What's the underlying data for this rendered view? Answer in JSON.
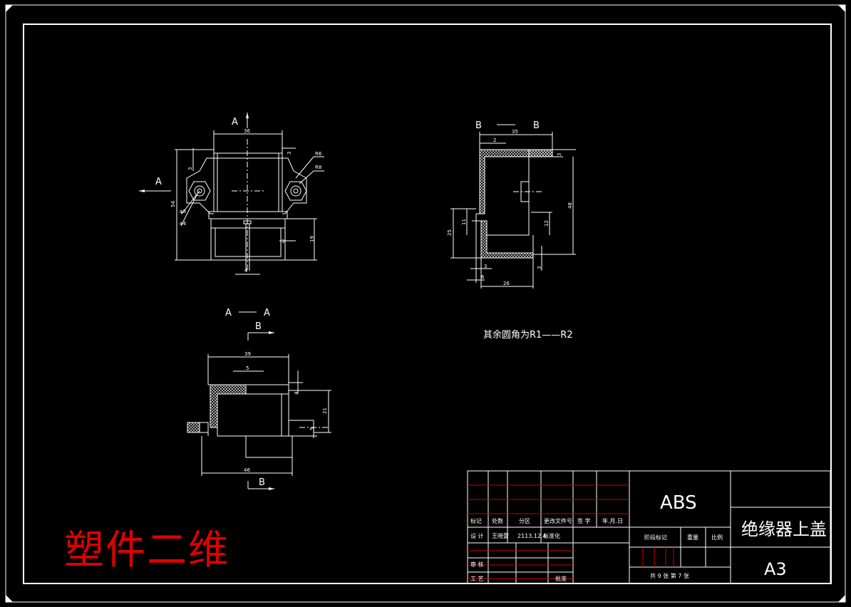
{
  "drawing": {
    "views": {
      "front": {
        "section_mark": "A",
        "dims": [
          "36",
          "3",
          "R6",
          "R8",
          "54",
          "φ8",
          "φ4",
          "3",
          "19",
          "3",
          "4"
        ]
      },
      "section_bb": {
        "title_left": "B",
        "title_right": "B",
        "dims": [
          "35",
          "2",
          "3",
          "48",
          "25",
          "12",
          "11",
          "3",
          "6",
          "26",
          "3"
        ]
      },
      "section_aa": {
        "title_left": "A",
        "title_right": "A",
        "cut_label_top": "B",
        "cut_label_bottom": "B",
        "dims": [
          "39",
          "5",
          "4",
          "21",
          "5",
          "46"
        ]
      }
    },
    "note": "其余圆角为R1——R2"
  },
  "title_block": {
    "material": "ABS",
    "part_name": "绝缘器上盖",
    "sheet_size": "A3",
    "rev_headers": [
      "标记",
      "处数",
      "分区",
      "更改文件号",
      "签 字",
      "年.月.日"
    ],
    "design_row": {
      "label": "设 计",
      "name": "王晓蕾",
      "date": "2113.12.4",
      "std_label": "标准化"
    },
    "review_label": "审 核",
    "process_label": "工 艺",
    "approve_label": "批准",
    "stage_label": "阶段标记",
    "weight_label": "重量",
    "scale_label": "比例",
    "sheet_info": "共 9 张  第 7 张"
  },
  "watermark": "塑件二维",
  "colors": {
    "line": "#ffffff",
    "accent": "#cc0000",
    "watermark": "#e00000"
  }
}
